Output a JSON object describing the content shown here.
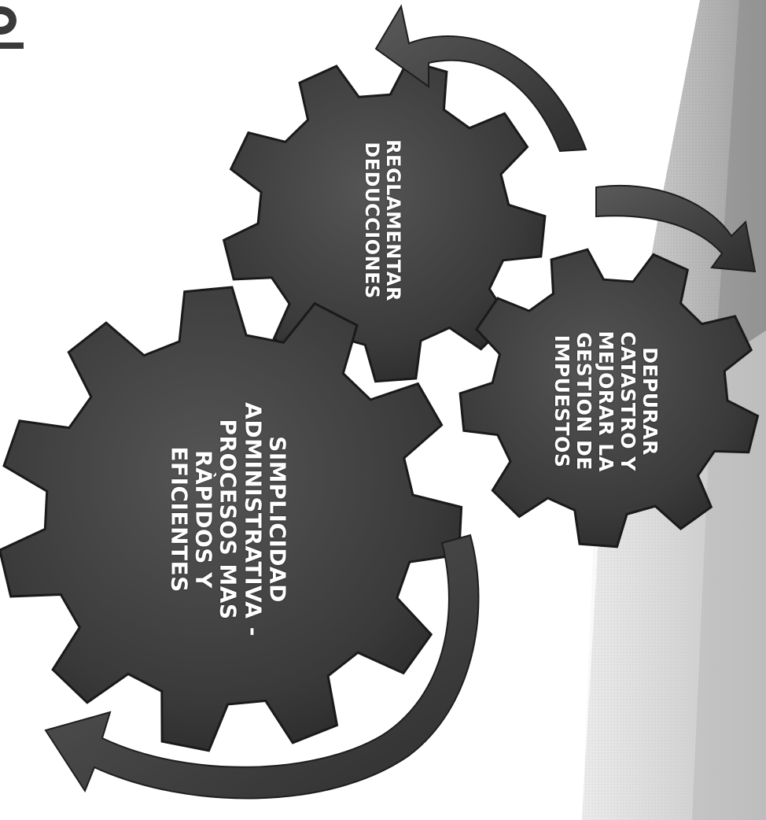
{
  "slide": {
    "background_color": "#ffffff",
    "accent_panel_colors": [
      "#d9d9d9",
      "#b3b3b3",
      "#8f8f8f"
    ],
    "gear_color": "#3a3a3a",
    "arrow_color": "#4a4a4a"
  },
  "gears": [
    {
      "id": "small",
      "icon": "gear-icon",
      "lines": [
        "REGLAMENTAR",
        "DEDUCCIONES"
      ]
    },
    {
      "id": "right",
      "icon": "gear-icon",
      "lines": [
        "DEPURAR",
        "CATASTRO Y",
        "MEJORAR LA",
        "GESTION DE",
        "IMPUESTOS"
      ]
    },
    {
      "id": "large",
      "icon": "gear-icon",
      "lines": [
        "SIMPLICIDAD",
        "ADMINISTRATIVA -",
        "PROCESOS MAS",
        "RÀPIDOS Y",
        "EFICIENTES"
      ]
    }
  ],
  "arrows": [
    "curved-arrow-icon",
    "curved-arrow-icon",
    "curved-arrow-icon"
  ]
}
